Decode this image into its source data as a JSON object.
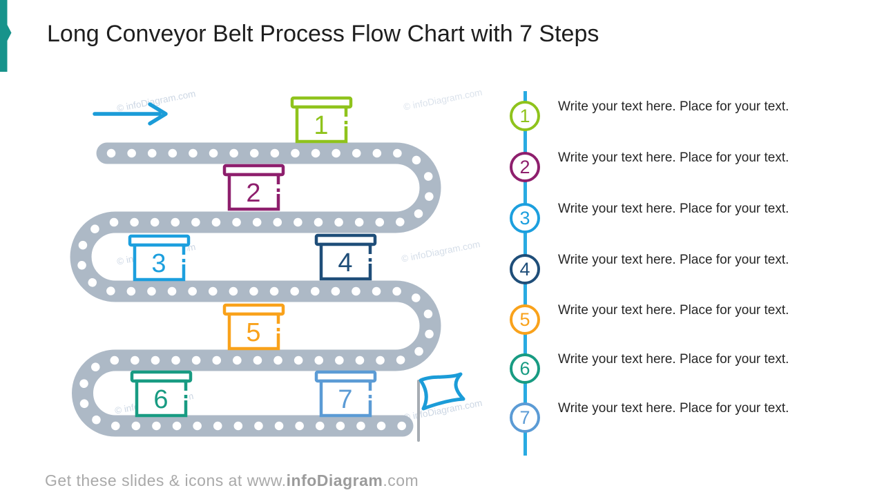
{
  "slide": {
    "title": "Long Conveyor Belt Process Flow Chart with 7 Steps",
    "accent_color": "#17938B"
  },
  "watermark": {
    "text": "© infoDiagram.com",
    "color": "#C3CFDF"
  },
  "conveyor": {
    "belt_color": "#ADB9C6",
    "dot_color": "#FFFFFF",
    "arrow_color": "#1B9CD8",
    "flag_color": "#1B9CD8",
    "pole_color": "#A6ACB3"
  },
  "timeline": {
    "line_color": "#29ABE2"
  },
  "steps": [
    {
      "number": "1",
      "color": "#8FC31C",
      "label": "Write your text here. Place for your text."
    },
    {
      "number": "2",
      "color": "#8E1F6D",
      "label": "Write your text here. Place for your text."
    },
    {
      "number": "3",
      "color": "#1C9FDE",
      "label": "Write your text here. Place for your text."
    },
    {
      "number": "4",
      "color": "#1F4E79",
      "label": "Write your text here. Place for your text."
    },
    {
      "number": "5",
      "color": "#F9A21B",
      "label": "Write your text here. Place for your text."
    },
    {
      "number": "6",
      "color": "#189B82",
      "label": "Write your text here. Place for your text."
    },
    {
      "number": "7",
      "color": "#5B9BD5",
      "label": "Write your text here. Place for your text."
    }
  ],
  "footer": {
    "prefix": "Get these slides & icons at www.",
    "brand": "infoDiagram",
    "suffix": ".com"
  }
}
